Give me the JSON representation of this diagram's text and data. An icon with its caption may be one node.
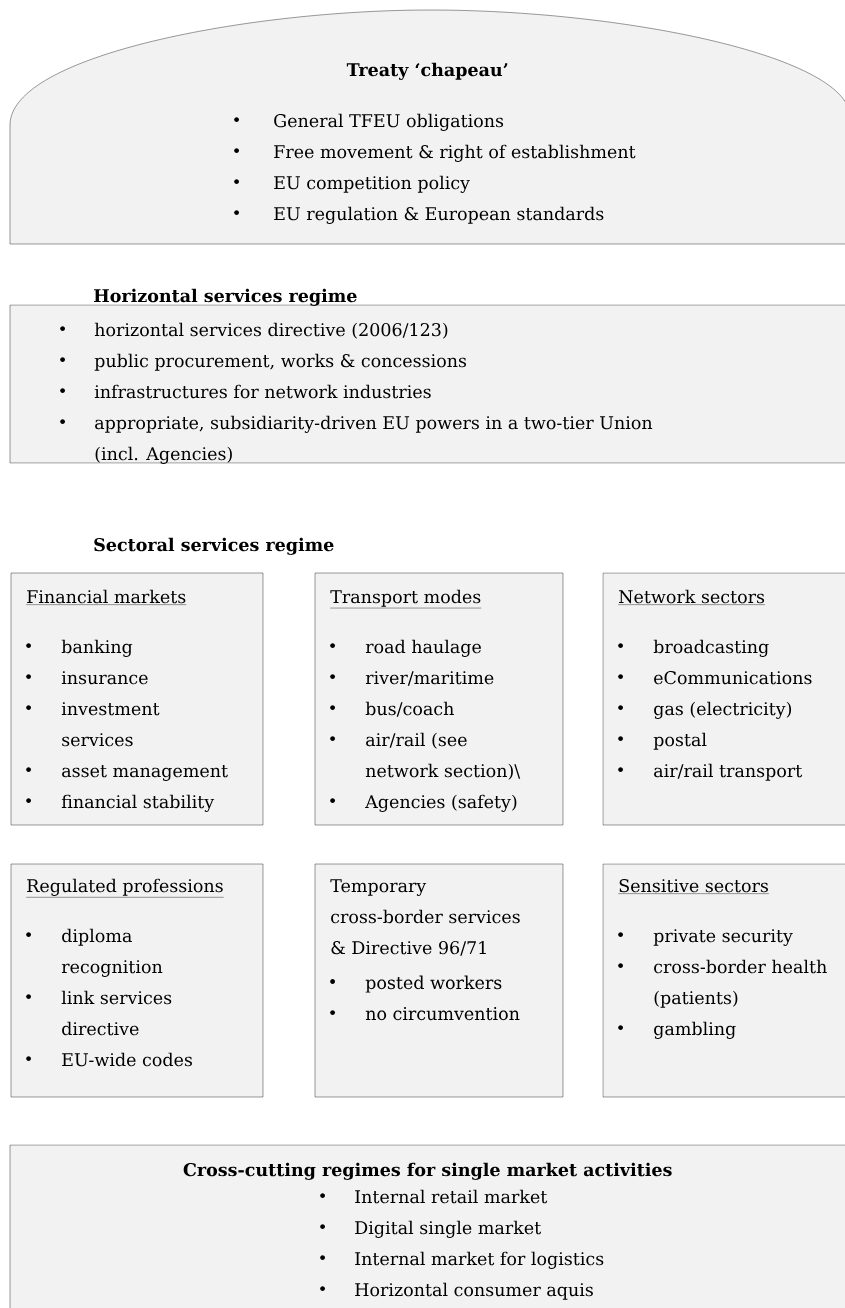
{
  "diagram": {
    "nodes": [
      {
        "text": [
          "Treaty ‘chapeau’",
          "General TFEU obligations",
          "Free movement & right of establishment",
          "EU competition policy",
          "EU regulation & European standards"
        ]
      },
      {
        "text": [
          "Horizontal services regime",
          "horizontal services directive (2006/123)",
          "public procurement, works & concessions",
          "infrastructures for network industries",
          "appropriate, subsidiarity-driven EU powers in a two-tier Union (incl. Agencies)"
        ]
      },
      {
        "text": [
          "Financial markets",
          "banking",
          "insurance",
          "investment services",
          "asset management",
          "financial stability"
        ]
      },
      {
        "text": [
          "Transport modes",
          "road haulage",
          "river/maritime",
          "bus/coach",
          "air/rail (see network section)\\",
          "Agencies (safety)"
        ]
      },
      {
        "text": [
          "Network sectors",
          "broadcasting",
          "eCommunications",
          "gas (electricity)",
          "postal",
          "air/rail transport"
        ]
      },
      {
        "text": [
          "Regulated professions",
          "diploma recognition",
          "link services directive",
          "EU-wide codes"
        ]
      },
      {
        "text": [
          "Temporary cross-border services & Directive 96/71",
          "posted workers",
          "no circumvention"
        ]
      },
      {
        "text": [
          "Sensitive sectors",
          "private security",
          "cross-border health (patients)",
          "gambling"
        ]
      },
      {
        "text": [
          "Cross-cutting regimes for single market activities",
          "Internal retail market",
          "Digital single market",
          "Internal market for logistics",
          "Horizontal consumer aquis"
        ]
      }
    ],
    "labels": [
      "Sectoral services regime"
    ]
  }
}
